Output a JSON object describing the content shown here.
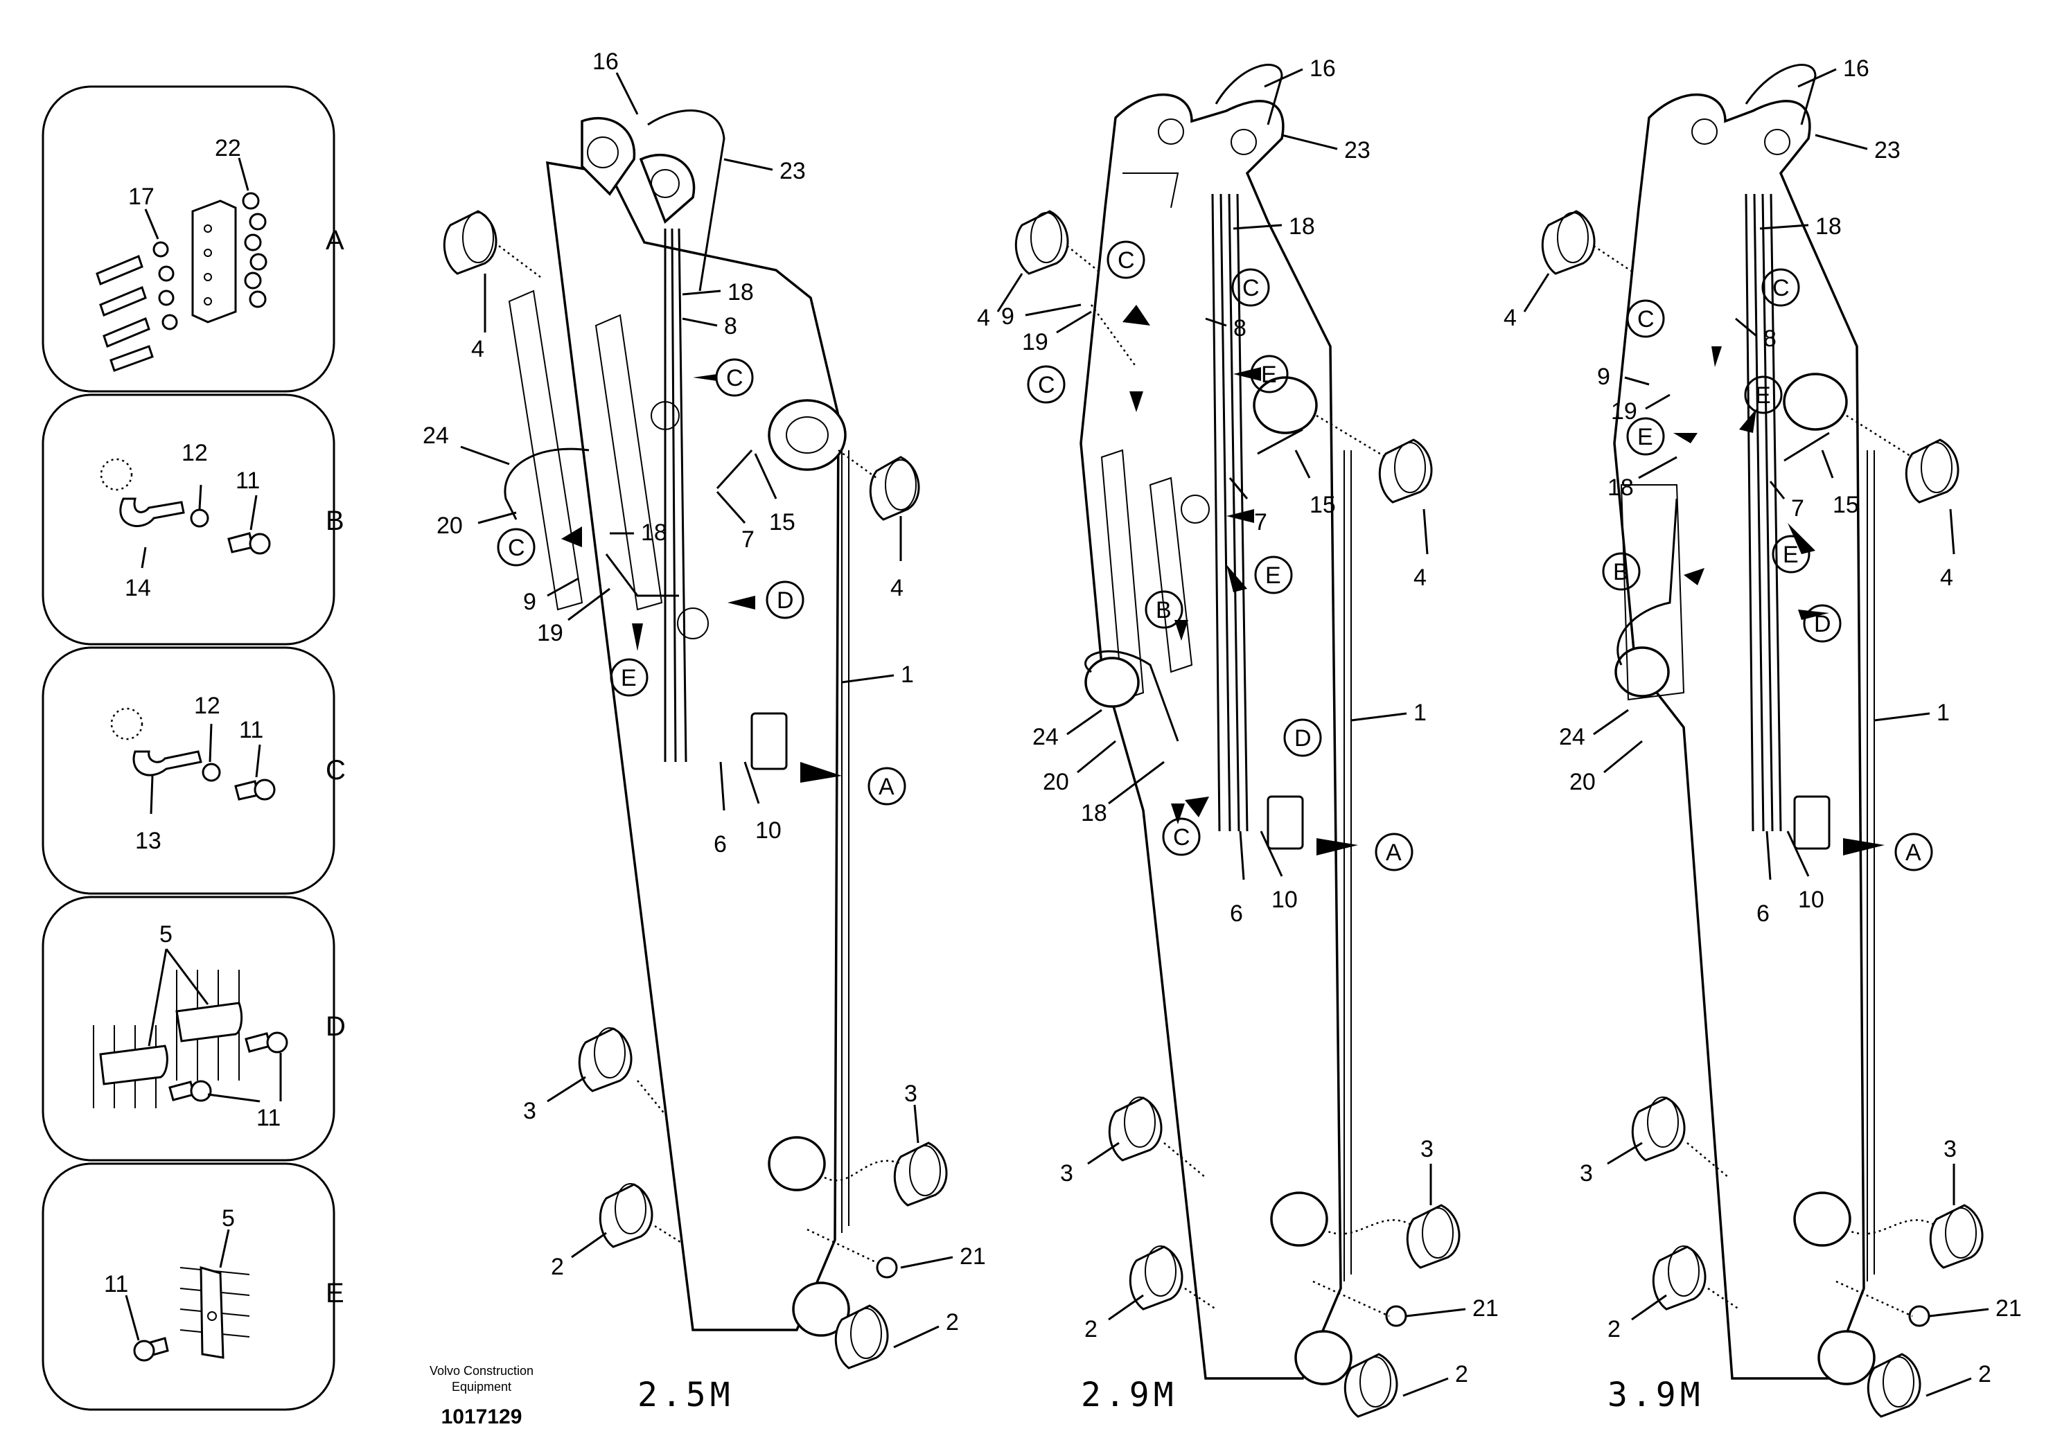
{
  "detail_panels": [
    {
      "letter": "A",
      "parts": [
        "22",
        "17"
      ]
    },
    {
      "letter": "B",
      "parts": [
        "12",
        "11",
        "14"
      ]
    },
    {
      "letter": "C",
      "parts": [
        "12",
        "11",
        "13"
      ]
    },
    {
      "letter": "D",
      "parts": [
        "5",
        "11"
      ]
    },
    {
      "letter": "E",
      "parts": [
        "5",
        "11"
      ]
    }
  ],
  "variants": [
    {
      "title": "2.5M"
    },
    {
      "title": "2.9M"
    },
    {
      "title": "3.9M"
    }
  ],
  "v1": {
    "p16": "16",
    "p23": "23",
    "p18a": "18",
    "p8": "8",
    "p4a": "4",
    "p24": "24",
    "p20": "20",
    "p18b": "18",
    "p9": "9",
    "p19": "19",
    "p7": "7",
    "p15": "15",
    "p4b": "4",
    "p1": "1",
    "p6": "6",
    "p10": "10",
    "p3a": "3",
    "p3b": "3",
    "p2a": "2",
    "p21": "21",
    "p2b": "2"
  },
  "v2": {
    "p16": "16",
    "p23": "23",
    "p18a": "18",
    "p9": "9",
    "p19": "19",
    "p8": "8",
    "p4a": "4",
    "p7": "7",
    "p15": "15",
    "p4b": "4",
    "p1": "1",
    "p24": "24",
    "p20": "20",
    "p18b": "18",
    "p6": "6",
    "p10": "10",
    "p3a": "3",
    "p3b": "3",
    "p2a": "2",
    "p21": "21",
    "p2b": "2"
  },
  "v3": {
    "p16": "16",
    "p23": "23",
    "p18a": "18",
    "p8": "8",
    "p9": "9",
    "p19": "19",
    "p18b": "18",
    "p4a": "4",
    "p7": "7",
    "p15": "15",
    "p4b": "4",
    "p1": "1",
    "p24": "24",
    "p20": "20",
    "p6": "6",
    "p10": "10",
    "p3a": "3",
    "p3b": "3",
    "p2a": "2",
    "p21": "21",
    "p2b": "2"
  },
  "callouts": {
    "A": "A",
    "B": "B",
    "C": "C",
    "D": "D",
    "E": "E"
  },
  "footer": {
    "brand_line1": "Volvo Construction",
    "brand_line2": "Equipment",
    "part_number": "1017129"
  }
}
